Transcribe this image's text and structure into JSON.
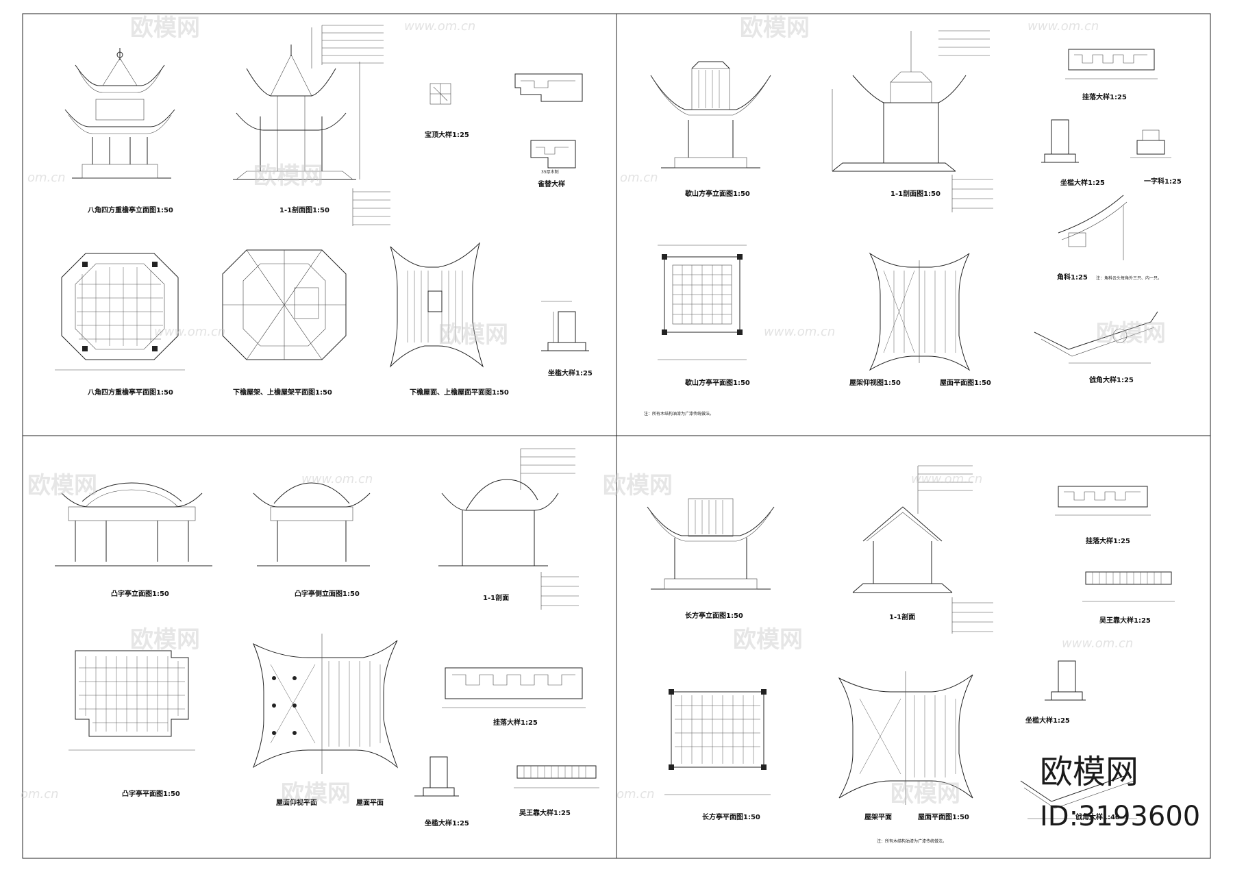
{
  "quadrants": {
    "top_left": {
      "captions": [
        "八角四方重檐亭立面图1:50",
        "1-1剖面图1:50",
        "宝顶大样1:25",
        "雀替大样",
        "八角四方重檐亭平面图1:50",
        "下檐屋架、上檐屋架平面图1:50",
        "下檐屋面、上檐屋面平面图1:50",
        "坐槛大样1:25"
      ],
      "small_label": "35厚木制"
    },
    "top_right": {
      "captions": [
        "歇山方亭立面图1:50",
        "1-1剖面图1:50",
        "挂落大样1:25",
        "坐槛大样1:25",
        "一字科1:25",
        "角科1:25",
        "歇山方亭平面图1:50",
        "屋架仰视图1:50",
        "屋面平面图1:50",
        "戗角大样1:25"
      ],
      "note_corner": "注：角科云头每角外三只、内一只。",
      "note_bottom": "注：所有木结构油漆为广漆传统做法。"
    },
    "bottom_left": {
      "captions": [
        "凸字亭立面图1:50",
        "凸字亭侧立面图1:50",
        "1-1剖面",
        "凸字亭平面图1:50",
        "屋面仰视平面",
        "屋面平面",
        "挂落大样1:25",
        "坐槛大样1:25",
        "吴王靠大样1:25"
      ]
    },
    "bottom_right": {
      "captions": [
        "长方亭立面图1:50",
        "1-1剖面",
        "挂落大样1:25",
        "吴王靠大样1:25",
        "坐槛大样1:25",
        "长方亭平面图1:50",
        "屋架平面",
        "屋面平面图1:50",
        "戗角大样1:40"
      ],
      "note_bottom": "注：所有木结构油漆为广漆传统做法。"
    }
  },
  "watermark": {
    "brand": "欧模网",
    "url": "www.om.cn",
    "url_short": "om.cn",
    "id": "ID:3193600"
  }
}
